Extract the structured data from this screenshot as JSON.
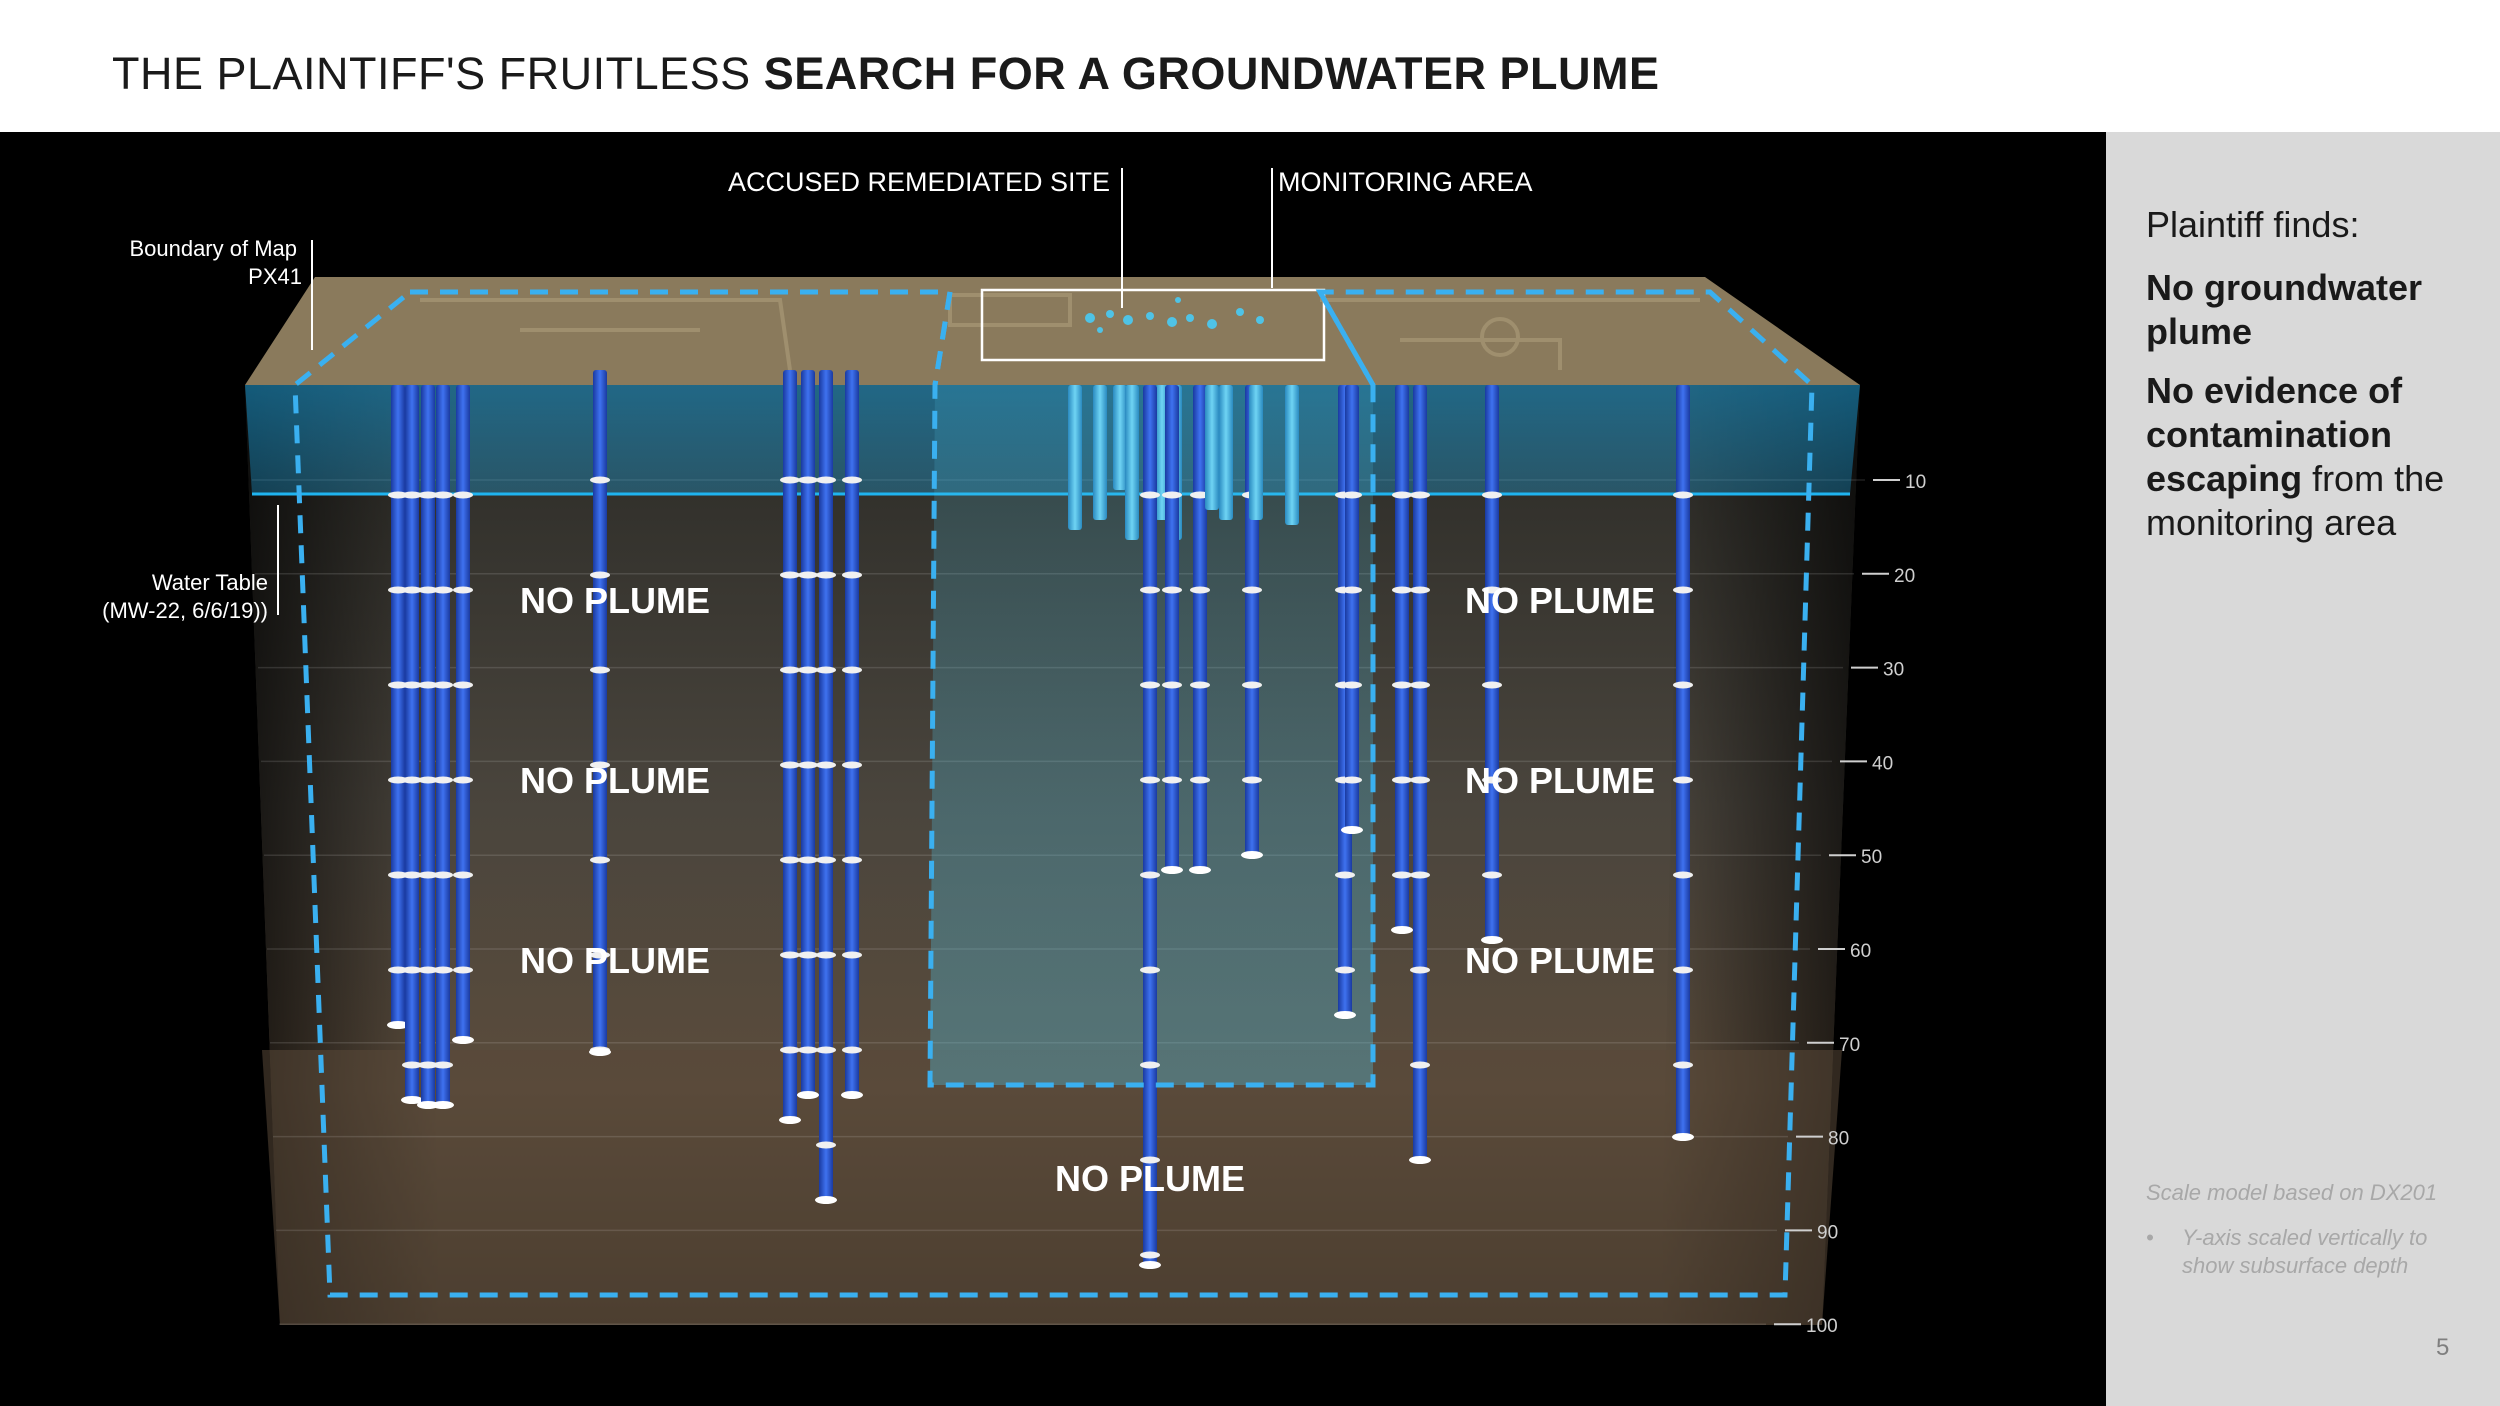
{
  "title": {
    "regular": "THE PLAINTIFF'S FRUITLESS ",
    "bold": "SEARCH FOR A GROUNDWATER PLUME"
  },
  "callouts": {
    "site": "ACCUSED REMEDIATED SITE",
    "monitoring": "MONITORING AREA",
    "boundary_line1": "Boundary of Map",
    "boundary_line2": "PX41",
    "water_line1": "Water Table",
    "water_line2": "(MW-22, 6/6/19))"
  },
  "zones": {
    "left_top": "NO PLUME",
    "left_mid": "NO PLUME",
    "left_bot": "NO PLUME",
    "right_top": "NO PLUME",
    "right_mid": "NO PLUME",
    "right_bot": "NO PLUME",
    "bottom": "NO PLUME"
  },
  "depth_scale": {
    "ticks": [
      "10",
      "20",
      "30",
      "40",
      "50",
      "60",
      "70",
      "80",
      "90",
      "100"
    ]
  },
  "colors": {
    "boundary_dash": "#3ab0f0",
    "well": "#2a56d4",
    "well_light": "#4fc0e8",
    "water_table": "#1aa0d8",
    "surface": "#8a7a5c"
  },
  "sidebar": {
    "intro": "Plaintiff finds:",
    "finding1": "No groundwater plume",
    "finding2_bold_a": "No evidence of contamination escaping",
    "finding2_rest": " from the monitoring area",
    "note": "Scale model based on DX201",
    "bullet_mark": "•",
    "bullet": "Y-axis scaled vertically to show subsurface depth"
  },
  "page_number": "5"
}
